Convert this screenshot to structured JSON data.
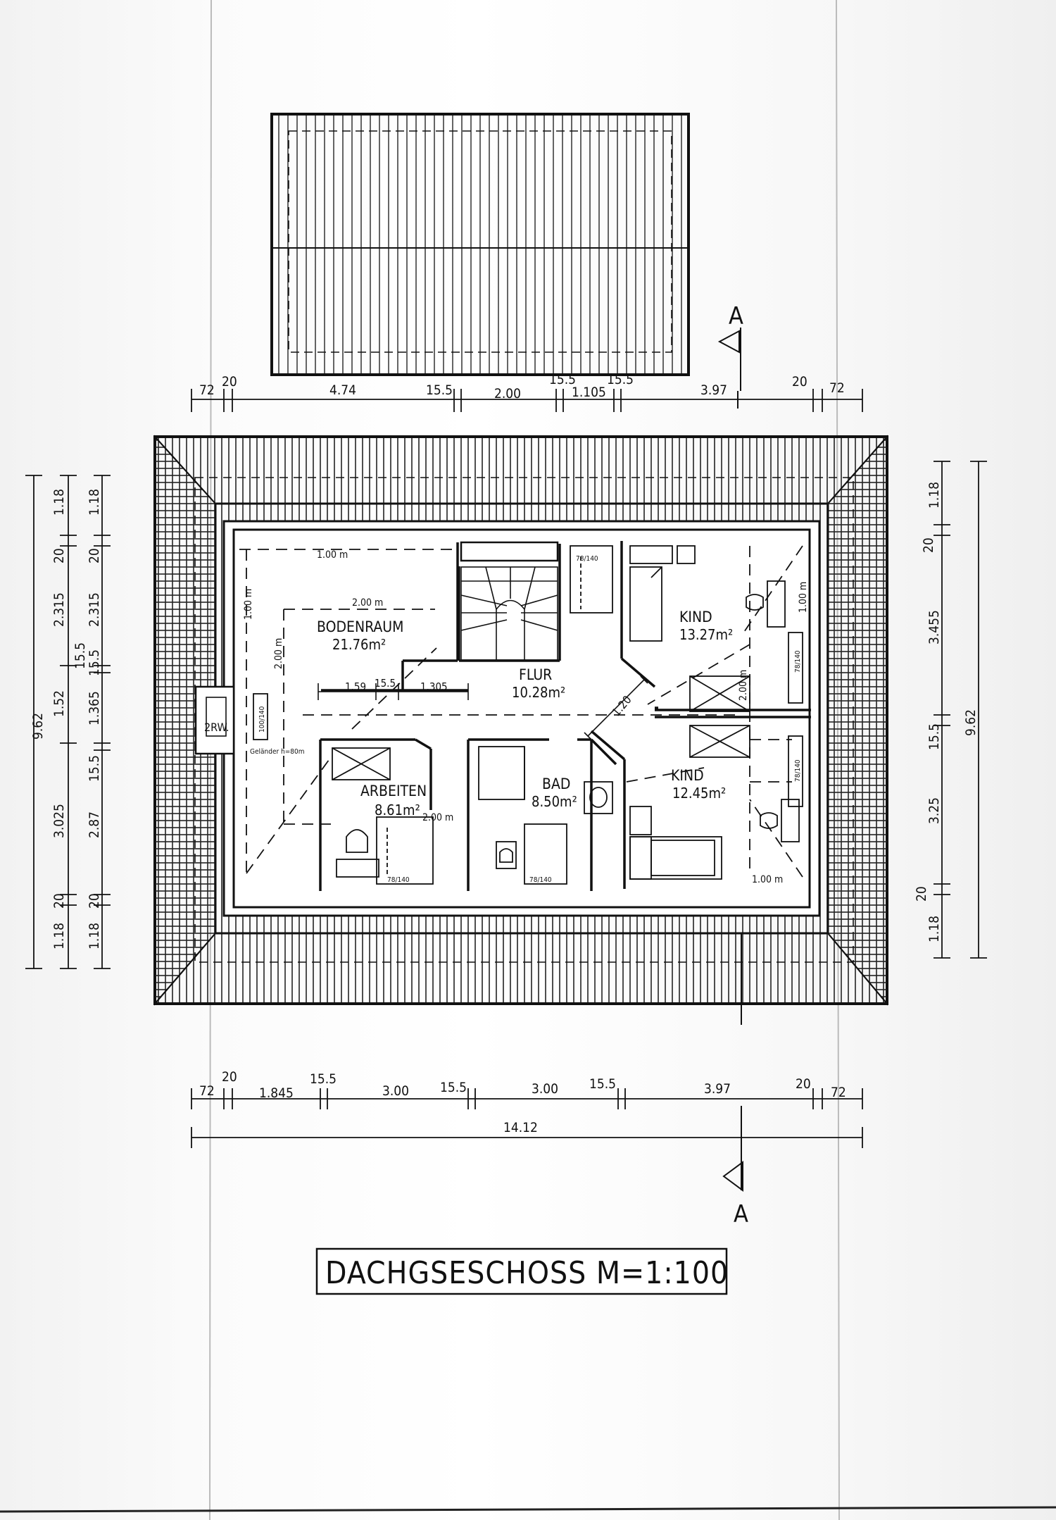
{
  "title": "DACHGSESCHOSS M=1:100",
  "section_marker": "A",
  "rooms": {
    "bodenraum": {
      "name": "BODENRAUM",
      "area": "21.76m²"
    },
    "flur": {
      "name": "FLUR",
      "area": "10.28m²"
    },
    "kind_top": {
      "name": "KIND",
      "area": "13.27m²"
    },
    "kind_bottom": {
      "name": "KIND",
      "area": "12.45m²"
    },
    "arbeiten": {
      "name": "ARBEITEN",
      "area": "8.61m²"
    },
    "bad": {
      "name": "BAD",
      "area": "8.50m²"
    }
  },
  "labels": {
    "chimney": "2RW.",
    "railing": "Geländer h=80m",
    "window_100_140": "100/140",
    "window_78_140": "78/140",
    "height_1m": "1.00 m",
    "height_2m": "2.00 m",
    "stair_width": "1.20"
  },
  "dims_top": [
    "72",
    "20",
    "4.74",
    "15.5",
    "2.00",
    "15.5",
    "1.105",
    "15.5",
    "3.97",
    "20",
    "72"
  ],
  "dims_bottom": [
    "72",
    "20",
    "1.845",
    "15.5",
    "3.00",
    "15.5",
    "3.00",
    "15.5",
    "3.97",
    "20",
    "72"
  ],
  "dims_bottom_total": "14.12",
  "dims_interior": [
    "1.59",
    "15.5",
    "1.305"
  ],
  "dims_left_outer": [
    "1.18",
    "20",
    "2.315",
    "1.52",
    "15.5",
    "3.025",
    "20",
    "1.18"
  ],
  "dims_left_inner": [
    "1.18",
    "20",
    "2.315",
    "15.5",
    "1.365",
    "15.5",
    "2.87",
    "20",
    "1.18"
  ],
  "dims_left_total": "9.62",
  "dims_right_inner": [
    "1.18",
    "20",
    "3.455",
    "15.5",
    "3.25",
    "20",
    "1.18"
  ],
  "dims_right_total": "9.62"
}
